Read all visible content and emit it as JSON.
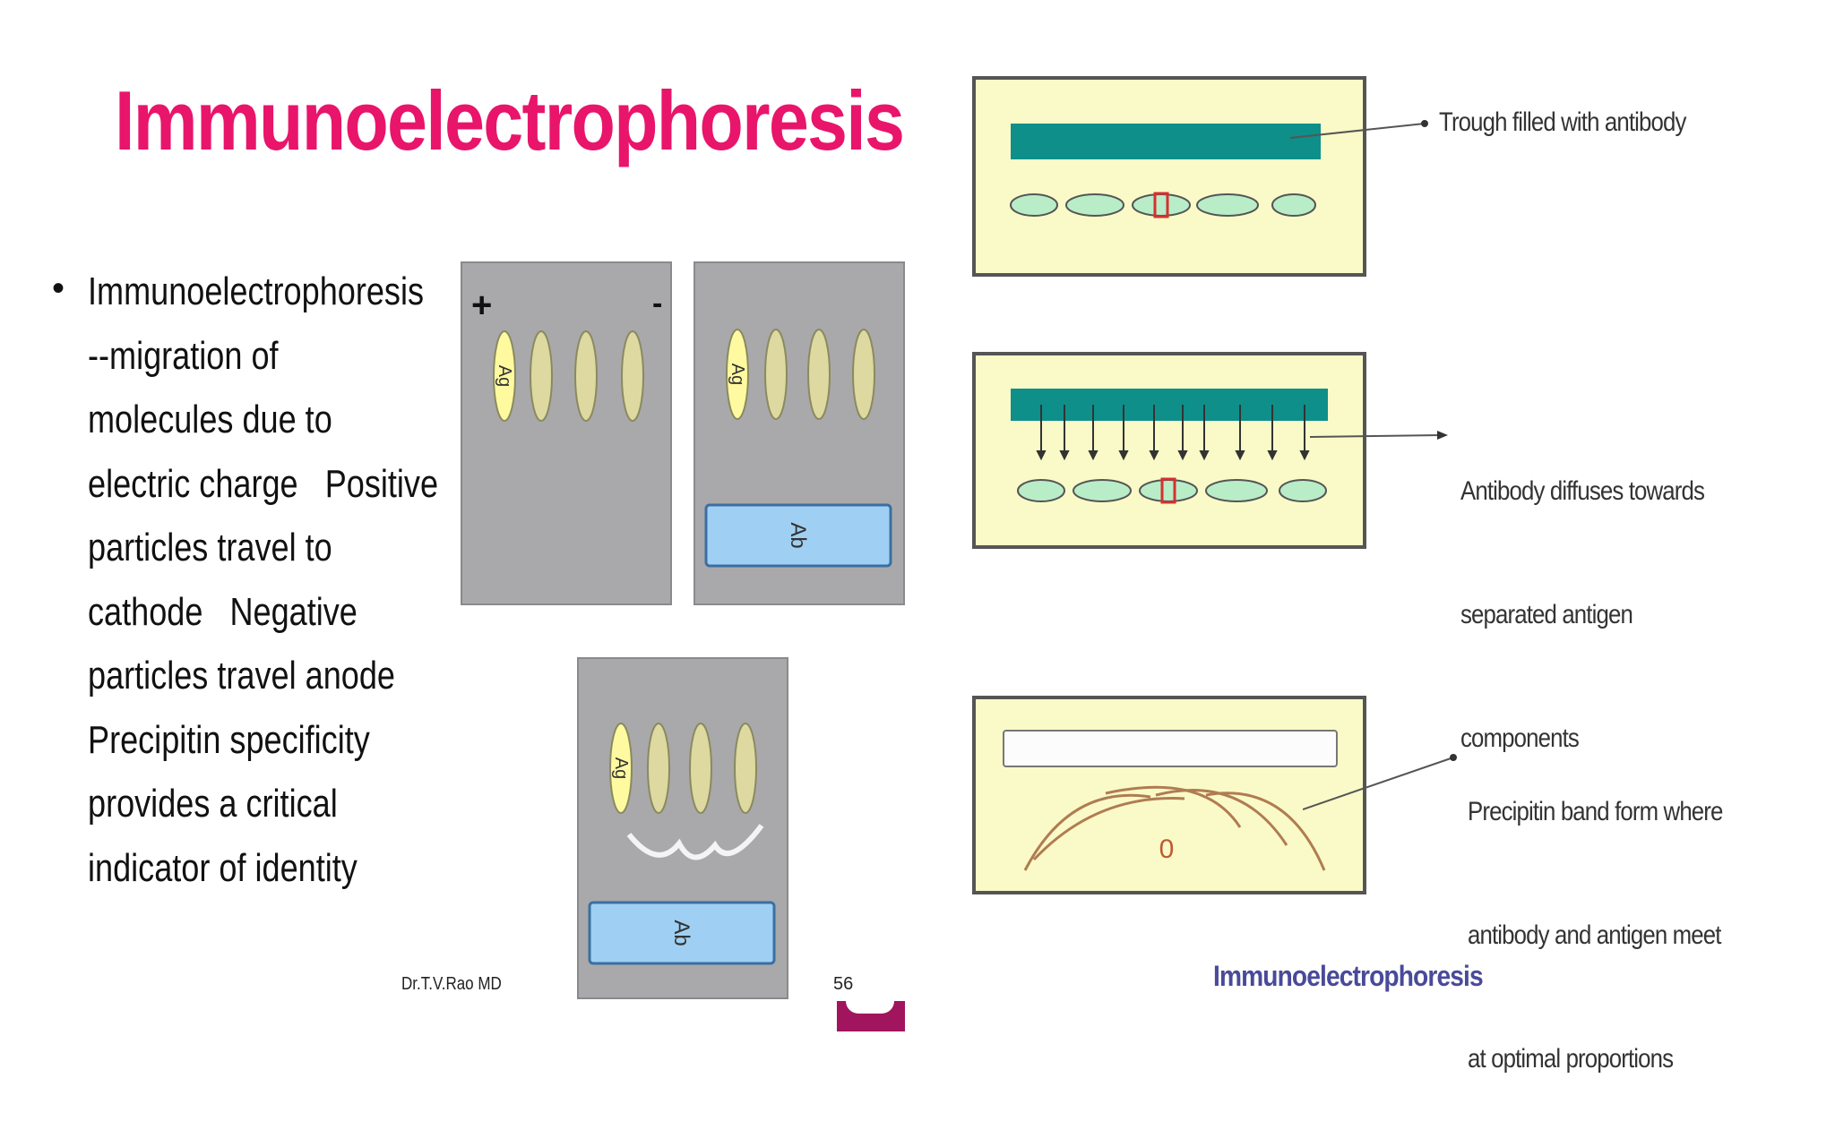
{
  "slide": {
    "title": "Immunoelectrophoresis",
    "bullet_lines": [
      "Immunoelectrophoresis",
      "--migration of",
      "molecules due to",
      "electric charge   Positive",
      "particles travel to",
      "cathode   Negative",
      "particles travel anode",
      "Precipitin specificity",
      "provides a critical",
      "indicator of identity"
    ],
    "author": "Dr.T.V.Rao MD",
    "page_number": "56"
  },
  "left_figure": {
    "panel1": {
      "plus_sign": "+",
      "minus_sign": "-",
      "well_label": "Ag"
    },
    "panel2": {
      "well_label": "Ag",
      "trough_label": "Ab"
    },
    "panel3": {
      "well_label": "Ag",
      "trough_label": "Ab"
    }
  },
  "right_figure": {
    "step1_annotation": "Trough filled with antibody",
    "step2_annotation_lines": [
      "Antibody diffuses towards",
      "separated antigen",
      "components"
    ],
    "step3_annotation_lines": [
      "Precipitin band form where",
      "antibody and antigen meet",
      "at optimal proportions"
    ],
    "step3_well_label": "0",
    "caption": "Immunoelectrophoresis"
  },
  "colors": {
    "title": "#e8156b",
    "agar_background": "#fafac8",
    "antibody_trough": "#0e8f8a",
    "antigen_well": "#b8edc8",
    "panel_gray": "#a9a9ab",
    "well_yellow": "#ddd9a0",
    "ab_trough_blue": "#9fd0f4",
    "caption": "#4a4a9a"
  }
}
